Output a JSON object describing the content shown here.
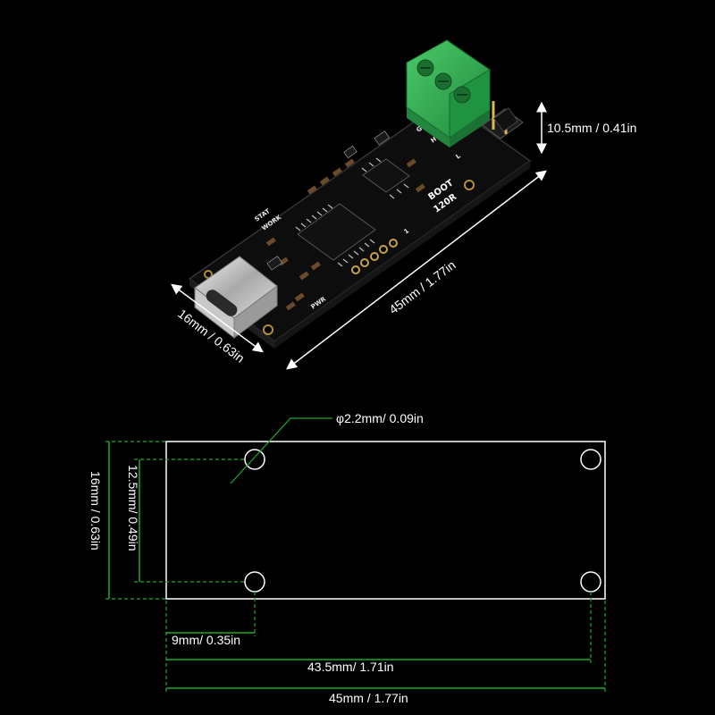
{
  "colors": {
    "background": "#000000",
    "pcb": "#0d0d0d",
    "terminal": "#2fa84f",
    "guide_green": "#1fa82a",
    "outline": "#ffffff"
  },
  "photo": {
    "height_label": "10.5mm / 0.41in",
    "length_label": "45mm / 1.77in",
    "width_label": "16mm / 0.63in",
    "silkscreen": {
      "boot": "BOOT",
      "r120": "120R",
      "work": "WORK",
      "stat": "STAT",
      "pwr": "PWR",
      "pin_one": "1",
      "l": "L",
      "h": "H",
      "g": "G"
    }
  },
  "drawing": {
    "hole_label": "φ2.2mm/ 0.09in",
    "board_height_label": "16mm / 0.63in",
    "hole_spacing_v_label": "12.5mm/ 0.49in",
    "hole_offset_label": "9mm/ 0.35in",
    "hole_spacing_h_label": "43.5mm/ 1.71in",
    "board_length_label": "45mm / 1.77in"
  }
}
